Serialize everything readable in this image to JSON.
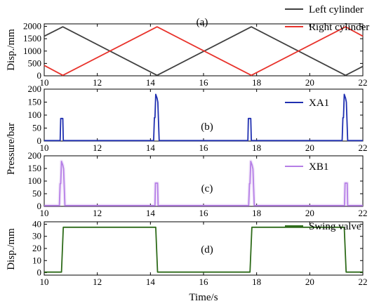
{
  "chart_data": [
    {
      "type": "line",
      "panel_label": "(a)",
      "ylabel": "Disp./mm",
      "xlim": [
        10,
        22
      ],
      "ylim": [
        0,
        2100
      ],
      "xticks": [
        10,
        12,
        14,
        16,
        18,
        20,
        22
      ],
      "yticks": [
        0,
        500,
        1000,
        1500,
        2000
      ],
      "legend_position": "top-right",
      "series": [
        {
          "name": "Left cylinder",
          "color": "#404040",
          "x": [
            10,
            10.7,
            14.25,
            17.8,
            21.35,
            22
          ],
          "y": [
            1600,
            1980,
            20,
            1980,
            20,
            380
          ]
        },
        {
          "name": "Right cylinder",
          "color": "#e8322b",
          "x": [
            10,
            10.7,
            14.25,
            17.8,
            21.35,
            22
          ],
          "y": [
            420,
            20,
            1980,
            20,
            1980,
            1600
          ]
        }
      ]
    },
    {
      "type": "line",
      "panel_label": "(b)",
      "ylabel": "Pressure/bar",
      "xlim": [
        10,
        22
      ],
      "ylim": [
        0,
        200
      ],
      "xticks": [
        10,
        12,
        14,
        16,
        18,
        20,
        22
      ],
      "yticks": [
        0,
        50,
        100,
        150,
        200
      ],
      "legend_position": "top-right",
      "series": [
        {
          "name": "XA1",
          "color": "#1f2fb0",
          "x": [
            10,
            10.6,
            10.62,
            10.7,
            10.72,
            14.12,
            14.15,
            14.17,
            14.2,
            14.25,
            14.28,
            14.33,
            17.67,
            17.69,
            17.78,
            17.8,
            21.22,
            21.25,
            21.27,
            21.3,
            21.35,
            21.38,
            21.43,
            22
          ],
          "y": [
            2,
            2,
            87,
            87,
            2,
            2,
            90,
            90,
            180,
            165,
            150,
            2,
            2,
            87,
            87,
            2,
            2,
            90,
            90,
            180,
            165,
            150,
            2,
            2
          ]
        }
      ]
    },
    {
      "type": "line",
      "panel_label": "(c)",
      "ylabel": "",
      "xlim": [
        10,
        22
      ],
      "ylim": [
        0,
        200
      ],
      "xticks": [
        10,
        12,
        14,
        16,
        18,
        20,
        22
      ],
      "yticks": [
        0,
        50,
        100,
        150,
        200
      ],
      "legend_position": "top-right",
      "series": [
        {
          "name": "XB1",
          "color": "#b57ee6",
          "x": [
            10,
            10.57,
            10.6,
            10.62,
            10.65,
            10.7,
            10.73,
            10.78,
            14.17,
            14.19,
            14.27,
            14.29,
            17.7,
            17.73,
            17.75,
            17.78,
            17.83,
            17.86,
            17.91,
            21.31,
            21.33,
            21.41,
            21.43,
            22
          ],
          "y": [
            3,
            3,
            90,
            90,
            178,
            163,
            148,
            3,
            3,
            92,
            92,
            3,
            3,
            90,
            90,
            178,
            163,
            148,
            3,
            3,
            92,
            92,
            3,
            3
          ]
        }
      ]
    },
    {
      "type": "line",
      "panel_label": "(d)",
      "ylabel": "Disp./mm",
      "xlabel": "Time/s",
      "xlim": [
        10,
        22
      ],
      "ylim": [
        -2,
        42
      ],
      "xticks": [
        10,
        12,
        14,
        16,
        18,
        20,
        22
      ],
      "yticks": [
        0,
        10,
        20,
        30,
        40
      ],
      "legend_position": "top-right",
      "series": [
        {
          "name": "Swing valve",
          "color": "#2e6b1a",
          "x": [
            10,
            10.65,
            10.72,
            14.2,
            14.27,
            17.75,
            17.82,
            21.3,
            21.37,
            22
          ],
          "y": [
            0.5,
            0.5,
            37.5,
            37.5,
            0.5,
            0.5,
            37.5,
            37.5,
            0.5,
            0.5
          ]
        }
      ]
    }
  ]
}
